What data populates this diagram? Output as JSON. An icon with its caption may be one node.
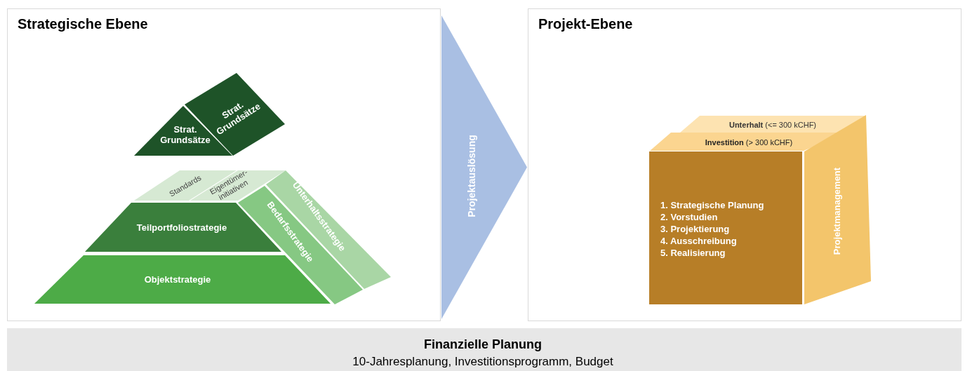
{
  "diagram": {
    "nodes": [
      {
        "text": [
          "Strategische Ebene"
        ]
      },
      {
        "text": [
          "Strat. Grundsätze"
        ],
        "in": 0
      },
      {
        "text": [
          "Strat. Grundsätze"
        ],
        "in": 0
      },
      {
        "text": [
          "Standards"
        ],
        "in": 0
      },
      {
        "text": [
          "Eigentümer- initiativen"
        ],
        "in": 0
      },
      {
        "text": [
          "Teilportfoliostrategie"
        ],
        "in": 0
      },
      {
        "text": [
          "Objektstrategie"
        ],
        "in": 0
      },
      {
        "text": [
          "Bedarfsstrategie"
        ],
        "in": 0
      },
      {
        "text": [
          "Unterhaltsstrategie"
        ],
        "in": 0
      },
      {
        "text": [
          "Projekt-Ebene"
        ]
      },
      {
        "text": [
          "**Unterhalt** (<= 300 kCHF)"
        ],
        "in": 9
      },
      {
        "text": [
          "**Investition** (> 300 kCHF)"
        ],
        "in": 9
      },
      {
        "text": [
          "1. Strategische Planung",
          "2. Vorstudien",
          "3. Projektierung",
          "4. Ausschreibung",
          "5. Realisierung"
        ],
        "in": 9
      },
      {
        "text": [
          "Projektmanagement"
        ],
        "in": 9
      },
      {
        "text": [
          "Finanzielle Planung",
          "10-Jahresplanung, Investitionsprogramm, Budget"
        ]
      }
    ],
    "edges": [
      {
        "from": 0,
        "to": 9,
        "arrow": "to",
        "label": "Projektauslösung"
      }
    ]
  }
}
